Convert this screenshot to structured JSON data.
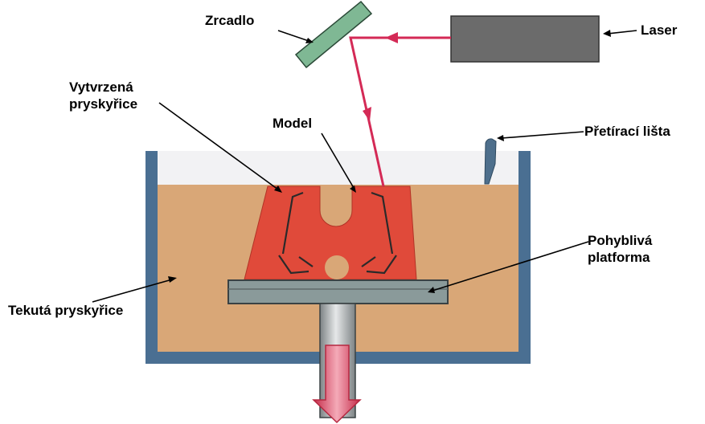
{
  "labels": {
    "mirror": "Zrcadlo",
    "laser": "Laser",
    "cured_resin_line1": "Vytvrzená",
    "cured_resin_line2": "pryskyřice",
    "model": "Model",
    "recoater_blade": "Přetírací lišta",
    "platform_line1": "Pohyblivá",
    "platform_line2": "platforma",
    "liquid_resin": "Tekutá pryskyřice"
  },
  "colors": {
    "vat_wall": "#4a6f92",
    "vat_interior_top": "#f2f2f4",
    "liquid_resin": "#d9a777",
    "cured_resin": "#e04a3a",
    "laser_box": "#6b6b6b",
    "laser_beam": "#d42a56",
    "mirror": "#7fb894",
    "platform": "#8a9a9a",
    "shaft": "#b0b4b6",
    "arrow": "#e4405a",
    "arrow_edge": "#b52840",
    "blade": "#4e6f8c",
    "pointer": "#000000"
  }
}
